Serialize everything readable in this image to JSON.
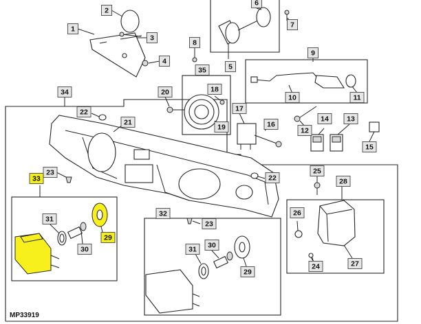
{
  "diagram": {
    "code": "MP33919",
    "callouts": [
      {
        "id": "c2",
        "label": "2"
      },
      {
        "id": "c1",
        "label": "1"
      },
      {
        "id": "c3",
        "label": "3"
      },
      {
        "id": "c4",
        "label": "4"
      },
      {
        "id": "c6",
        "label": "6"
      },
      {
        "id": "c7",
        "label": "7"
      },
      {
        "id": "c8",
        "label": "8"
      },
      {
        "id": "c5",
        "label": "5"
      },
      {
        "id": "c9",
        "label": "9"
      },
      {
        "id": "c35",
        "label": "35"
      },
      {
        "id": "c34",
        "label": "34"
      },
      {
        "id": "c20",
        "label": "20"
      },
      {
        "id": "c18",
        "label": "18"
      },
      {
        "id": "c19",
        "label": "19"
      },
      {
        "id": "c10",
        "label": "10"
      },
      {
        "id": "c11",
        "label": "11"
      },
      {
        "id": "c17",
        "label": "17"
      },
      {
        "id": "c22a",
        "label": "22"
      },
      {
        "id": "c21",
        "label": "21"
      },
      {
        "id": "c16",
        "label": "16"
      },
      {
        "id": "c12",
        "label": "12"
      },
      {
        "id": "c14",
        "label": "14"
      },
      {
        "id": "c13",
        "label": "13"
      },
      {
        "id": "c15",
        "label": "15"
      },
      {
        "id": "c23a",
        "label": "23"
      },
      {
        "id": "c33",
        "label": "33"
      },
      {
        "id": "c22b",
        "label": "22"
      },
      {
        "id": "c25",
        "label": "25"
      },
      {
        "id": "c28",
        "label": "28"
      },
      {
        "id": "c31a",
        "label": "31"
      },
      {
        "id": "c29a",
        "label": "29"
      },
      {
        "id": "c30a",
        "label": "30"
      },
      {
        "id": "c32",
        "label": "32"
      },
      {
        "id": "c23b",
        "label": "23"
      },
      {
        "id": "c26",
        "label": "26"
      },
      {
        "id": "c31b",
        "label": "31"
      },
      {
        "id": "c30b",
        "label": "30"
      },
      {
        "id": "c29b",
        "label": "29"
      },
      {
        "id": "c24",
        "label": "24"
      },
      {
        "id": "c27",
        "label": "27"
      }
    ]
  }
}
